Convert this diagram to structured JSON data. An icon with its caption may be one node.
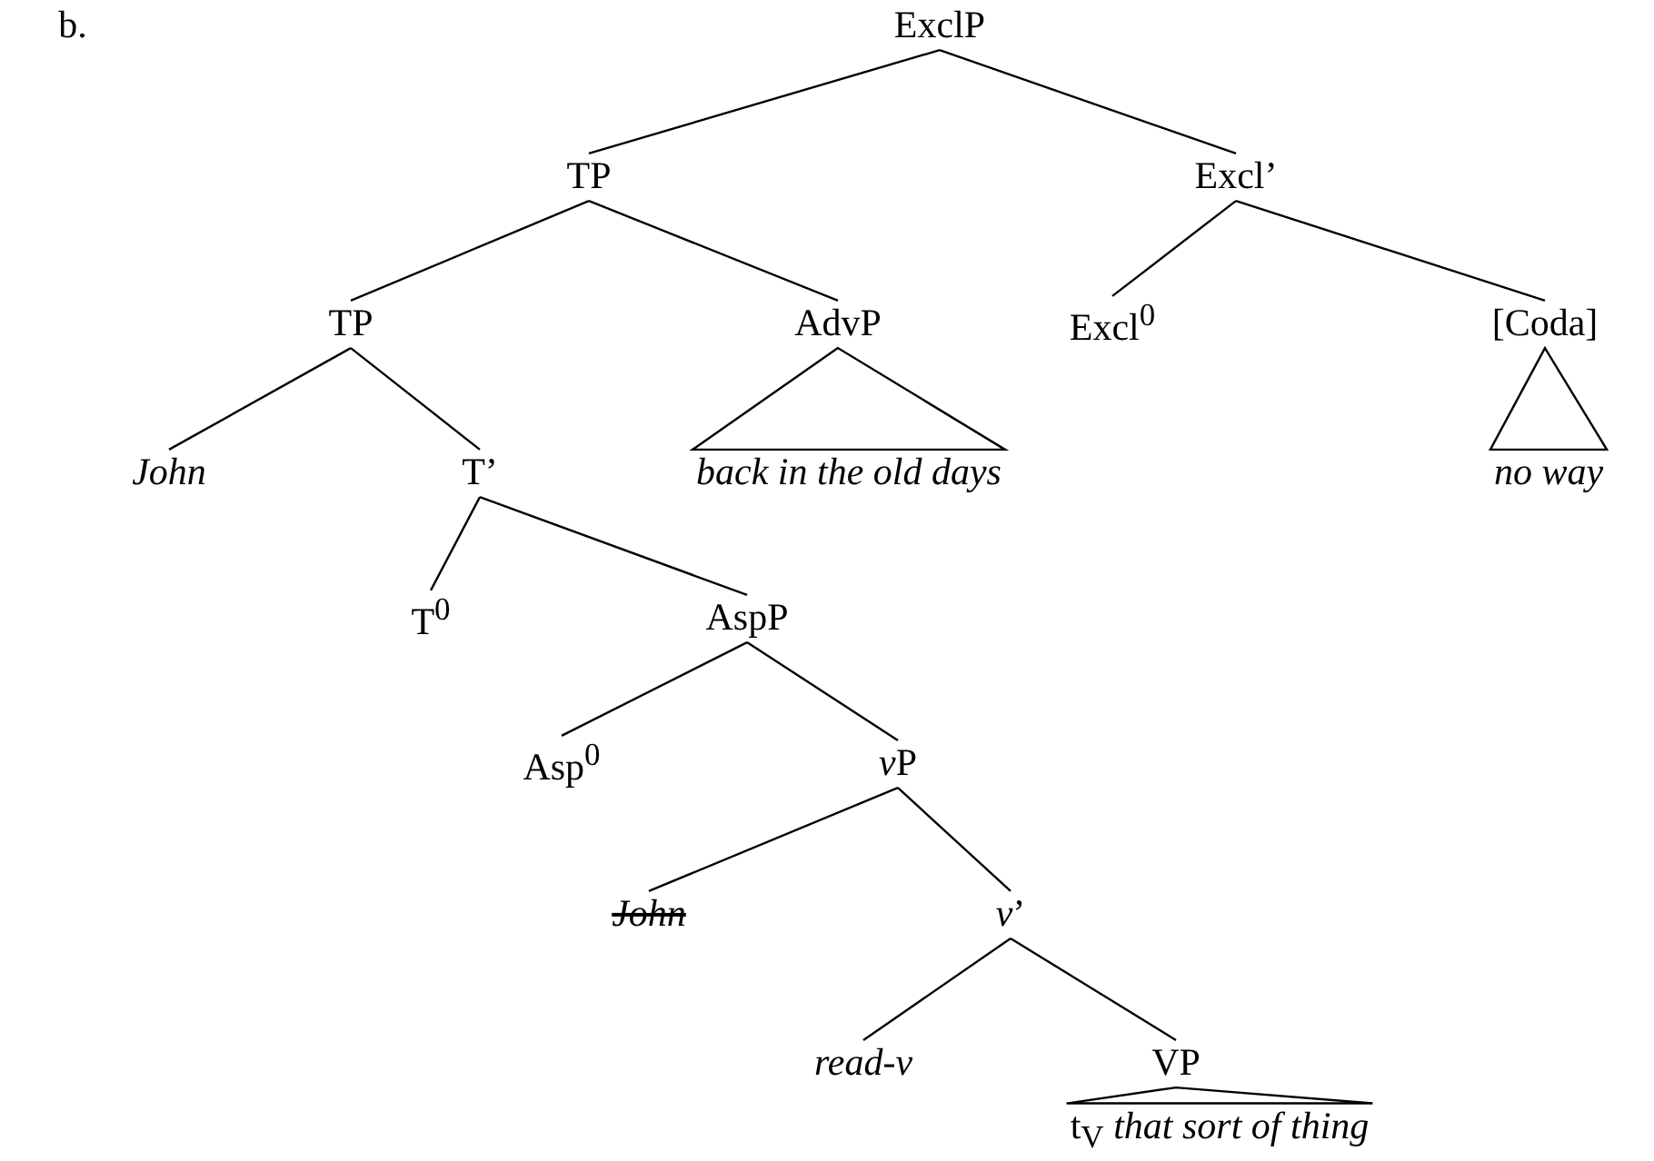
{
  "diagram": {
    "nodes": [
      {
        "text": [
          "ExclP"
        ]
      },
      {
        "text": [
          "TP"
        ]
      },
      {
        "text": [
          "Excl’"
        ]
      },
      {
        "text": [
          "TP"
        ]
      },
      {
        "text": [
          "AdvP"
        ]
      },
      {
        "text": [
          "Excl$^{0}$"
        ]
      },
      {
        "text": [
          "[Coda]"
        ]
      },
      {
        "text": [
          "John"
        ]
      },
      {
        "text": [
          "T’"
        ]
      },
      {
        "text": [
          "back in the old days"
        ]
      },
      {
        "text": [
          "no way"
        ]
      },
      {
        "text": [
          "T$^{0}$"
        ]
      },
      {
        "text": [
          "AspP"
        ]
      },
      {
        "text": [
          "Asp$^{0}$"
        ]
      },
      {
        "text": [
          "vP"
        ]
      },
      {
        "text": [
          "John"
        ]
      },
      {
        "text": [
          "*v*’"
        ]
      },
      {
        "text": [
          "*read*-*v*"
        ]
      },
      {
        "text": [
          "VP"
        ]
      },
      {
        "text": [
          "t$_{V}$ *that sort of thing*"
        ]
      }
    ],
    "edges": [
      {
        "from": 0,
        "to": 1,
        "arrow": "none"
      },
      {
        "from": 0,
        "to": 2,
        "arrow": "none"
      },
      {
        "from": 1,
        "to": 3,
        "arrow": "none"
      },
      {
        "from": 1,
        "to": 4,
        "arrow": "none"
      },
      {
        "from": 2,
        "to": 5,
        "arrow": "none"
      },
      {
        "from": 2,
        "to": 6,
        "arrow": "none"
      },
      {
        "from": 3,
        "to": 7,
        "arrow": "none"
      },
      {
        "from": 3,
        "to": 8,
        "arrow": "none"
      },
      {
        "from": 4,
        "to": 9,
        "arrow": "none"
      },
      {
        "from": 6,
        "to": 10,
        "arrow": "none"
      },
      {
        "from": 8,
        "to": 11,
        "arrow": "none"
      },
      {
        "from": 8,
        "to": 12,
        "arrow": "none"
      },
      {
        "from": 12,
        "to": 13,
        "arrow": "none"
      },
      {
        "from": 12,
        "to": 14,
        "arrow": "none"
      },
      {
        "from": 14,
        "to": 15,
        "arrow": "none"
      },
      {
        "from": 14,
        "to": 16,
        "arrow": "none"
      },
      {
        "from": 16,
        "to": 17,
        "arrow": "none"
      },
      {
        "from": 16,
        "to": 18,
        "arrow": "none"
      },
      {
        "from": 18,
        "to": 19,
        "arrow": "none"
      }
    ],
    "labels": [
      "b."
    ]
  }
}
